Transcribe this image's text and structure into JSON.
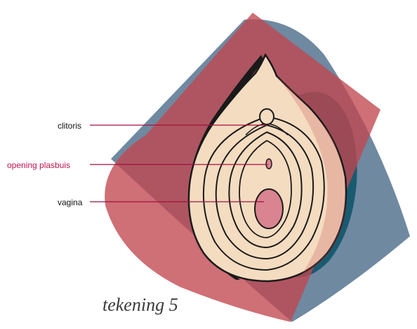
{
  "labels": {
    "clitoris": "clitoris",
    "opening": "opening plasbuis",
    "vagina": "vagina"
  },
  "caption": "tekening 5",
  "colors": {
    "label_text": "#111111",
    "highlight_text": "#c0134a",
    "leader_line": "#a0123f",
    "blue_shape": "#6f89a1",
    "red_shape": "#c2474f",
    "dark_shadow": "#1a5a70",
    "skin": "#f4dcc0",
    "inner_pink": "#d98490",
    "outline": "#1a1a1a"
  }
}
